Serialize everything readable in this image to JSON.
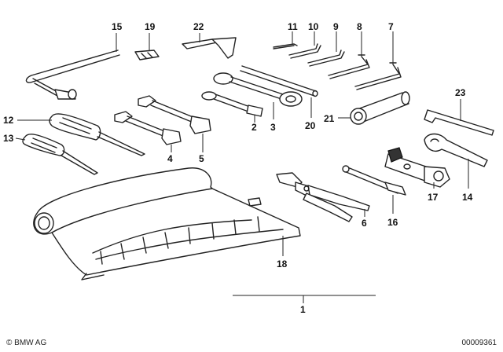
{
  "diagram": {
    "callouts": {
      "p1": "1",
      "p2": "2",
      "p3": "3",
      "p4": "4",
      "p5": "5",
      "p6": "6",
      "p7": "7",
      "p8": "8",
      "p9": "9",
      "p10": "10",
      "p11": "11",
      "p12": "12",
      "p13": "13",
      "p14": "14",
      "p15": "15",
      "p16": "16",
      "p17": "17",
      "p18": "18",
      "p19": "19",
      "p20": "20",
      "p21": "21",
      "p22": "22",
      "p23": "23"
    }
  },
  "footer": {
    "copyright": "© BMW AG",
    "diagram_id": "00009361"
  }
}
